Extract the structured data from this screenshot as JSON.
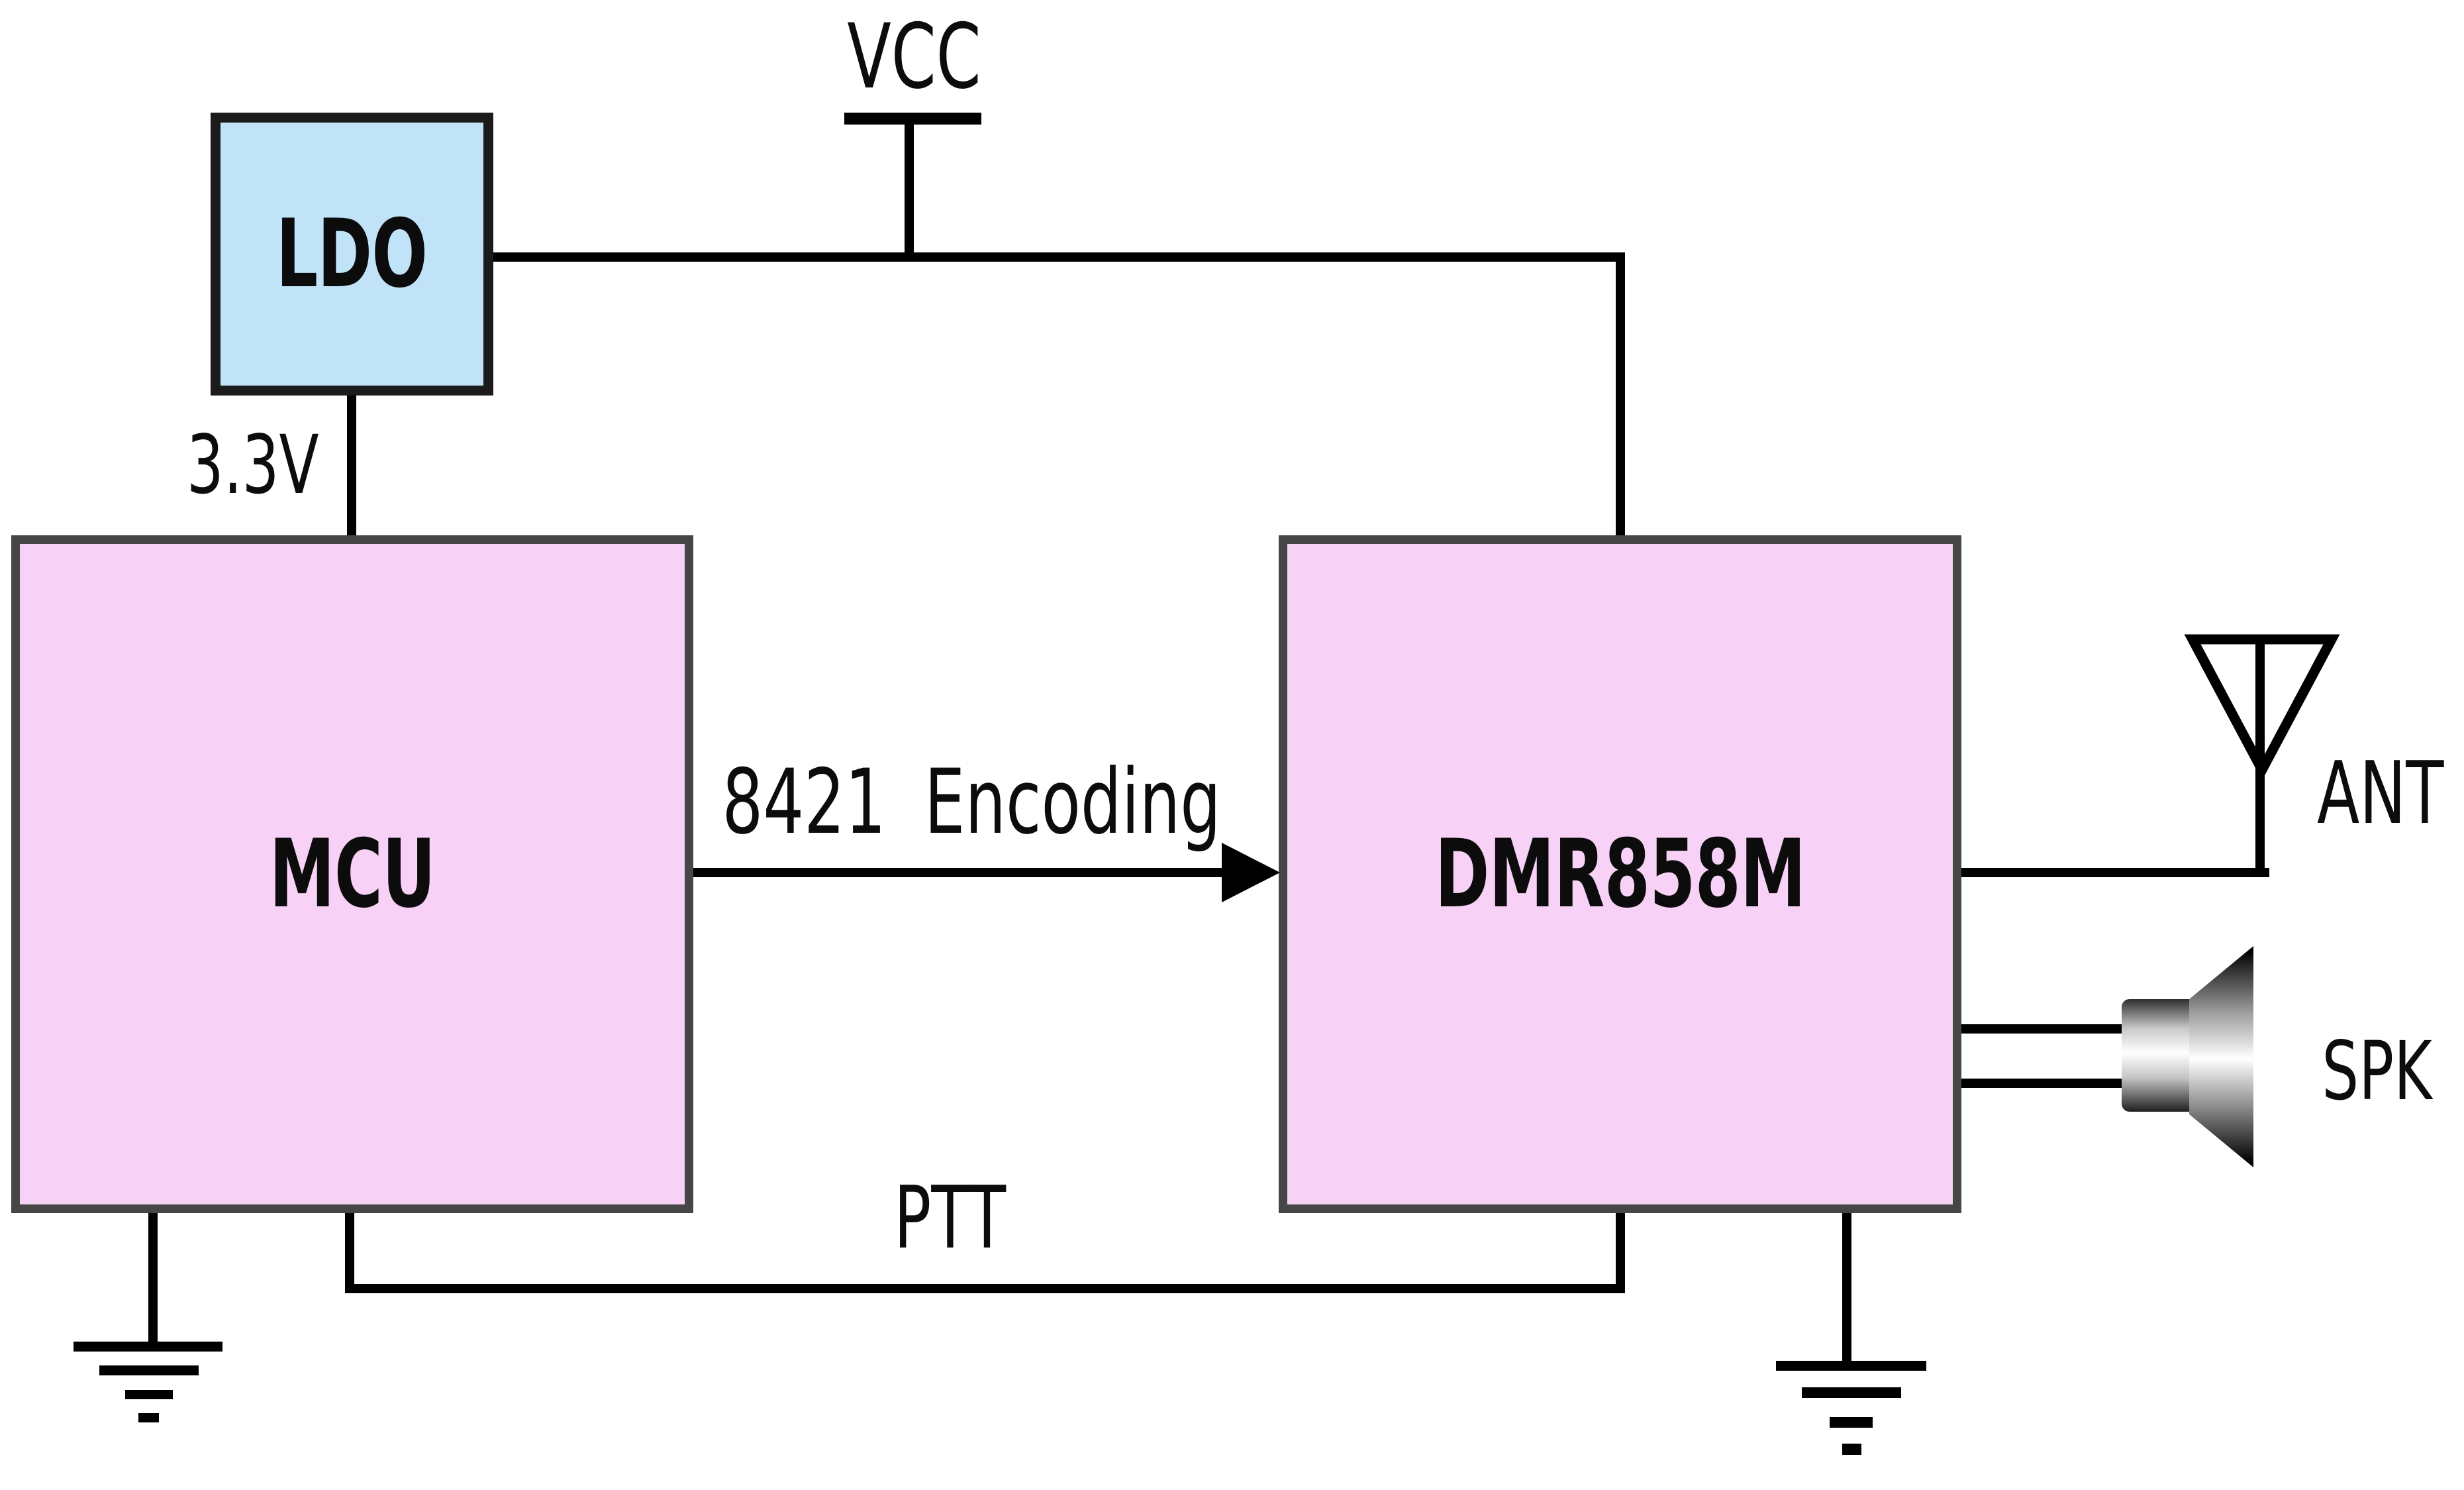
{
  "colors": {
    "wire": "#000000",
    "text": "#0c0c0c",
    "block_fill": "#f8d1f6",
    "block_border": "#464646",
    "ldo_fill": "#c1e3f8",
    "ldo_border": "#1b1b1b"
  },
  "blocks": {
    "ldo": {
      "label": "LDO"
    },
    "mcu": {
      "label": "MCU"
    },
    "dmr": {
      "label": "DMR858M"
    }
  },
  "labels": {
    "vcc": "VCC",
    "rail_3v3": "3.3V",
    "encoding": "8421 Encoding",
    "ptt": "PTT",
    "ant": "ANT",
    "spk": "SPK"
  }
}
